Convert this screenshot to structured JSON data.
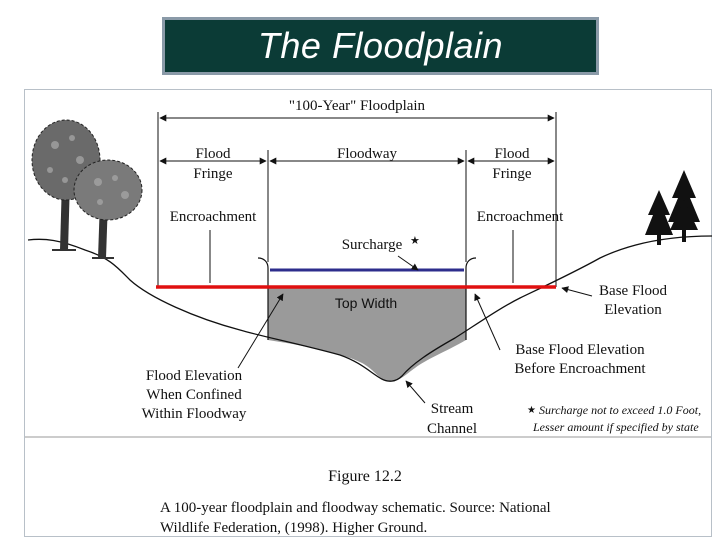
{
  "title": "The Floodplain",
  "diagram": {
    "floodplain_label": "\"100-Year\" Floodplain",
    "flood_fringe_left": [
      "Flood",
      "Fringe"
    ],
    "floodway": "Floodway",
    "flood_fringe_right": [
      "Flood",
      "Fringe"
    ],
    "encroachment_left": "Encroachment",
    "encroachment_right": "Encroachment",
    "surcharge": "Surcharge",
    "top_width": "Top Width",
    "base_flood_elevation": [
      "Base Flood",
      "Elevation"
    ],
    "base_flood_elevation_before": [
      "Base Flood Elevation",
      "Before Encroachment"
    ],
    "flood_elevation_confined": [
      "Flood Elevation",
      "When Confined",
      "Within Floodway"
    ],
    "stream_channel": [
      "Stream",
      "Channel"
    ],
    "surcharge_note": [
      "Surcharge not to exceed 1.0 Foot,",
      "Lesser amount if specified by state"
    ],
    "colors": {
      "surcharge_line": "#2d2d8c",
      "base_flood_line": "#e01010",
      "water_fill": "#9a9a9a",
      "title_bg": "#0b3b36"
    }
  },
  "caption": {
    "figure": "Figure 12.2",
    "lines": [
      "A 100-year floodplain and floodway schematic. Source: National",
      "Wildlife Federation, (1998). Higher Ground."
    ]
  }
}
